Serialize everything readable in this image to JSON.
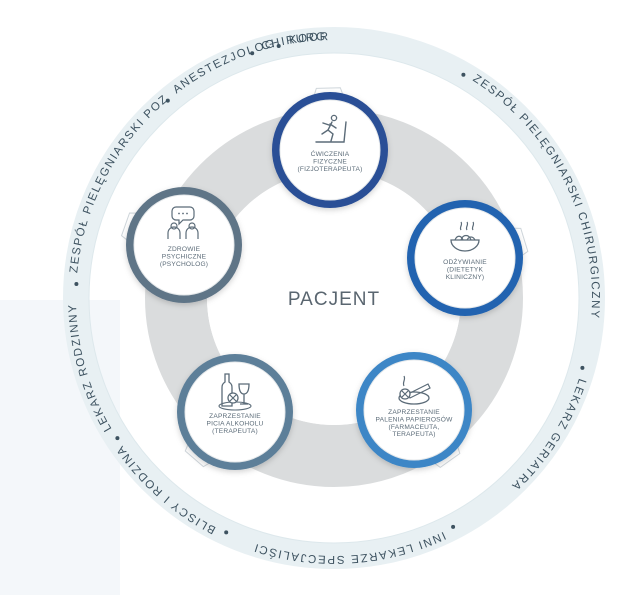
{
  "center": {
    "label": "PACJENT"
  },
  "ring_labels": [
    {
      "text": "KOORDYNATOR"
    },
    {
      "text": "ZESPÓŁ PIELĘGNIARSKI CHIRURGICZNY"
    },
    {
      "text": "LEKARZ GERIATRA"
    },
    {
      "text": "INNI LEKARZE SPECJALIŚCI"
    },
    {
      "text": "BLISCY I RODZINA"
    },
    {
      "text": "LEKARZ RODZINNY"
    },
    {
      "text": "ZESPÓŁ PIELĘGNIARSKI POZ"
    },
    {
      "text": "ANESTEZJOLOG"
    },
    {
      "text": "CHIRURG"
    }
  ],
  "nodes": [
    {
      "id": "exercise",
      "icon": "treadmill-icon",
      "lines": [
        "ĆWICZENIA",
        "FIZYCZNE",
        "(FIZJOTERAPEUTA)"
      ],
      "color": "#2a4f96"
    },
    {
      "id": "nutrition",
      "icon": "food-bowl-icon",
      "lines": [
        "ODŻYWIANIE",
        "(DIETETYK",
        "KLINICZNY)"
      ],
      "color": "#2364b0"
    },
    {
      "id": "smoking",
      "icon": "no-smoking-icon",
      "lines": [
        "ZAPRZESTANIE",
        "PALENIA PAPIEROSÓW",
        "(FARMACEUTA,",
        "TERAPEUTA)"
      ],
      "color": "#3c86c6"
    },
    {
      "id": "alcohol",
      "icon": "no-alcohol-icon",
      "lines": [
        "ZAPRZESTANIE",
        "PICIA ALKOHOLU",
        "(TERAPEUTA)"
      ],
      "color": "#5d7f99"
    },
    {
      "id": "mental",
      "icon": "psychology-chat-icon",
      "lines": [
        "ZDROWIE",
        "PSYCHICZNE",
        "(PSYCHOLOG)"
      ],
      "color": "#5f7487"
    }
  ]
}
